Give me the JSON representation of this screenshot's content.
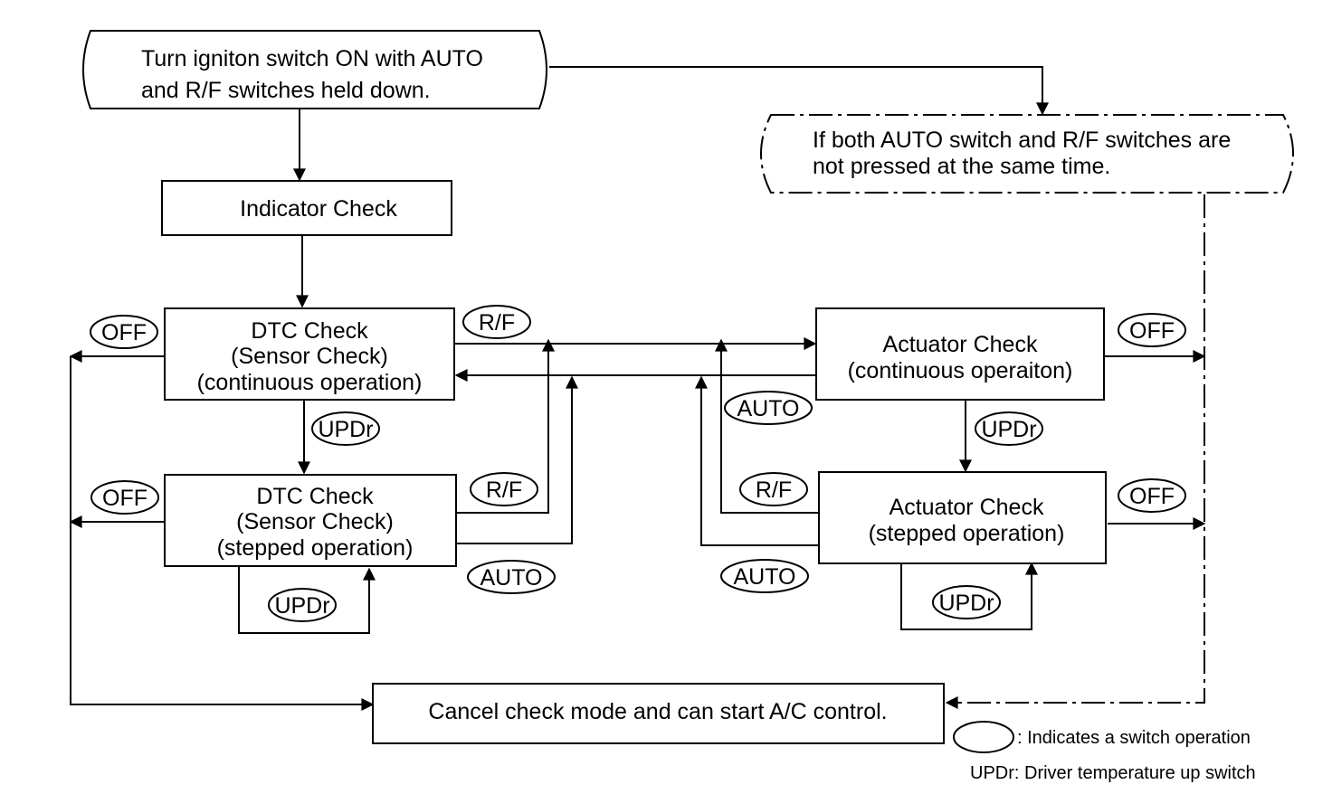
{
  "start": {
    "lines": [
      "Turn igniton switch ON with AUTO",
      "and R/F switches held down."
    ]
  },
  "alt_start": {
    "lines": [
      "If both AUTO switch and R/F switches are",
      "not pressed at the same time."
    ]
  },
  "indicator_check": {
    "label": "Indicator Check"
  },
  "dtc_continuous": {
    "lines": [
      "DTC Check",
      "(Sensor Check)",
      "(continuous operation)"
    ]
  },
  "dtc_stepped": {
    "lines": [
      "DTC Check",
      "(Sensor Check)",
      "(stepped operation)"
    ]
  },
  "actuator_continuous": {
    "lines": [
      "Actuator Check",
      "(continuous operaiton)"
    ]
  },
  "actuator_stepped": {
    "lines": [
      "Actuator Check",
      "(stepped operation)"
    ]
  },
  "cancel": {
    "label": "Cancel check mode and can start A/C control."
  },
  "switches": {
    "off": "OFF",
    "rf": "R/F",
    "auto": "AUTO",
    "updr": "UPDr"
  },
  "legend": {
    "switch_operation": ": Indicates a switch operation",
    "updr_definition": "UPDr: Driver temperature up switch"
  }
}
